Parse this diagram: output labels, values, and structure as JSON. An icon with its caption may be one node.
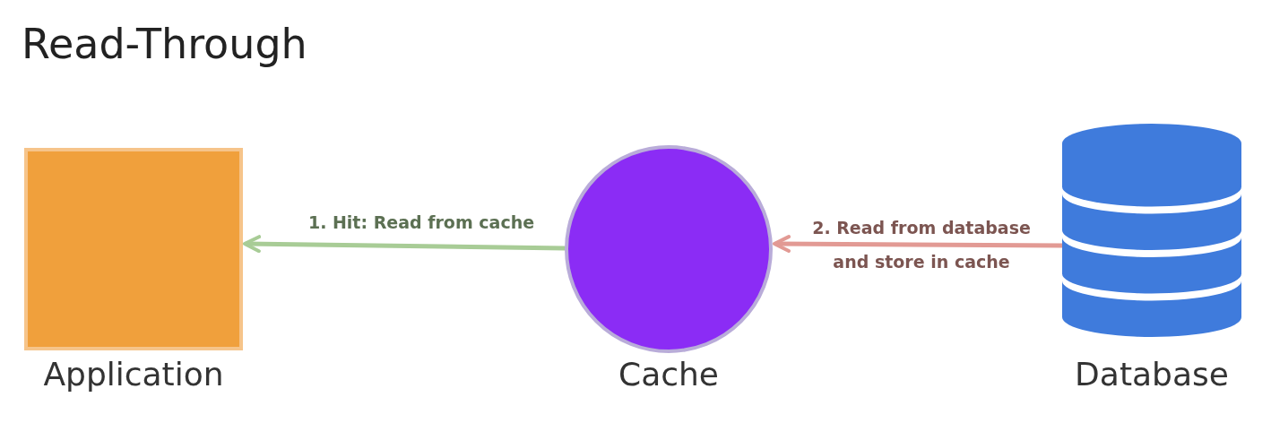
{
  "diagram": {
    "title": "Read-Through",
    "nodes": [
      {
        "text": [
          "Application"
        ]
      },
      {
        "text": [
          "Cache"
        ]
      },
      {
        "text": [
          "Database"
        ]
      }
    ],
    "edges": [
      {
        "from": 1,
        "to": 0,
        "arrow": "to",
        "label": "1. Hit: Read from cache",
        "color": "#a8cc96"
      },
      {
        "from": 2,
        "to": 1,
        "arrow": "to",
        "label": "2. Read from database and store in cache",
        "color": "#e29a94"
      }
    ]
  }
}
